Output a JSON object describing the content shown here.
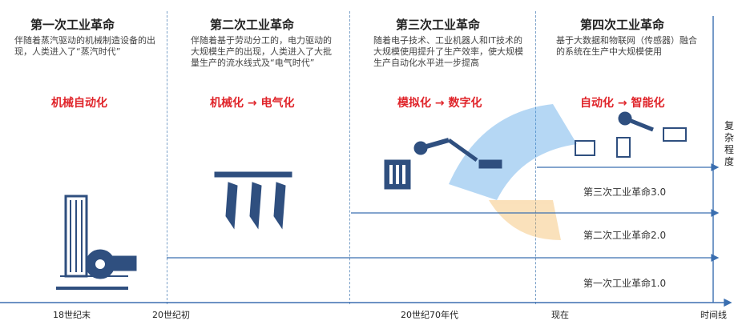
{
  "columns": [
    {
      "title": "第一次工业革命",
      "desc": "伴随着蒸汽驱动的机械制造设备的出现，人类进入了“蒸汽时代”",
      "tag": "机械自动化"
    },
    {
      "title": "第二次工业革命",
      "desc": "伴随着基于劳动分工的，电力驱动的大规模生产的出现，人类进入了大批量生产的流水线式及“电气时代”",
      "tag": "机械化 → 电气化"
    },
    {
      "title": "第三次工业革命",
      "desc": "随着电子技术、工业机器人和IT技术的大规模使用提升了生产效率，使大规模生产自动化水平进一步提高",
      "tag": "模拟化 → 数字化"
    },
    {
      "title": "第四次工业革命",
      "desc": "基于大数据和物联网（传感器）融合的系统在生产中大规模使用",
      "tag": "自动化 → 智能化"
    }
  ],
  "levels": [
    "第三次工业革命3.0",
    "第二次工业革命2.0",
    "第一次工业革命1.0"
  ],
  "y_axis_label": "复杂程度",
  "x_axis": [
    "18世纪末",
    "20世纪初",
    "20世纪70年代",
    "现在",
    "时间线"
  ],
  "colors": {
    "tag_red": "#e0252b",
    "accent_blue": "#1f5fa8",
    "line_blue": "#3b6fb0",
    "divider": "#7aa0c8",
    "icon_dark": "#2f4f7f"
  }
}
